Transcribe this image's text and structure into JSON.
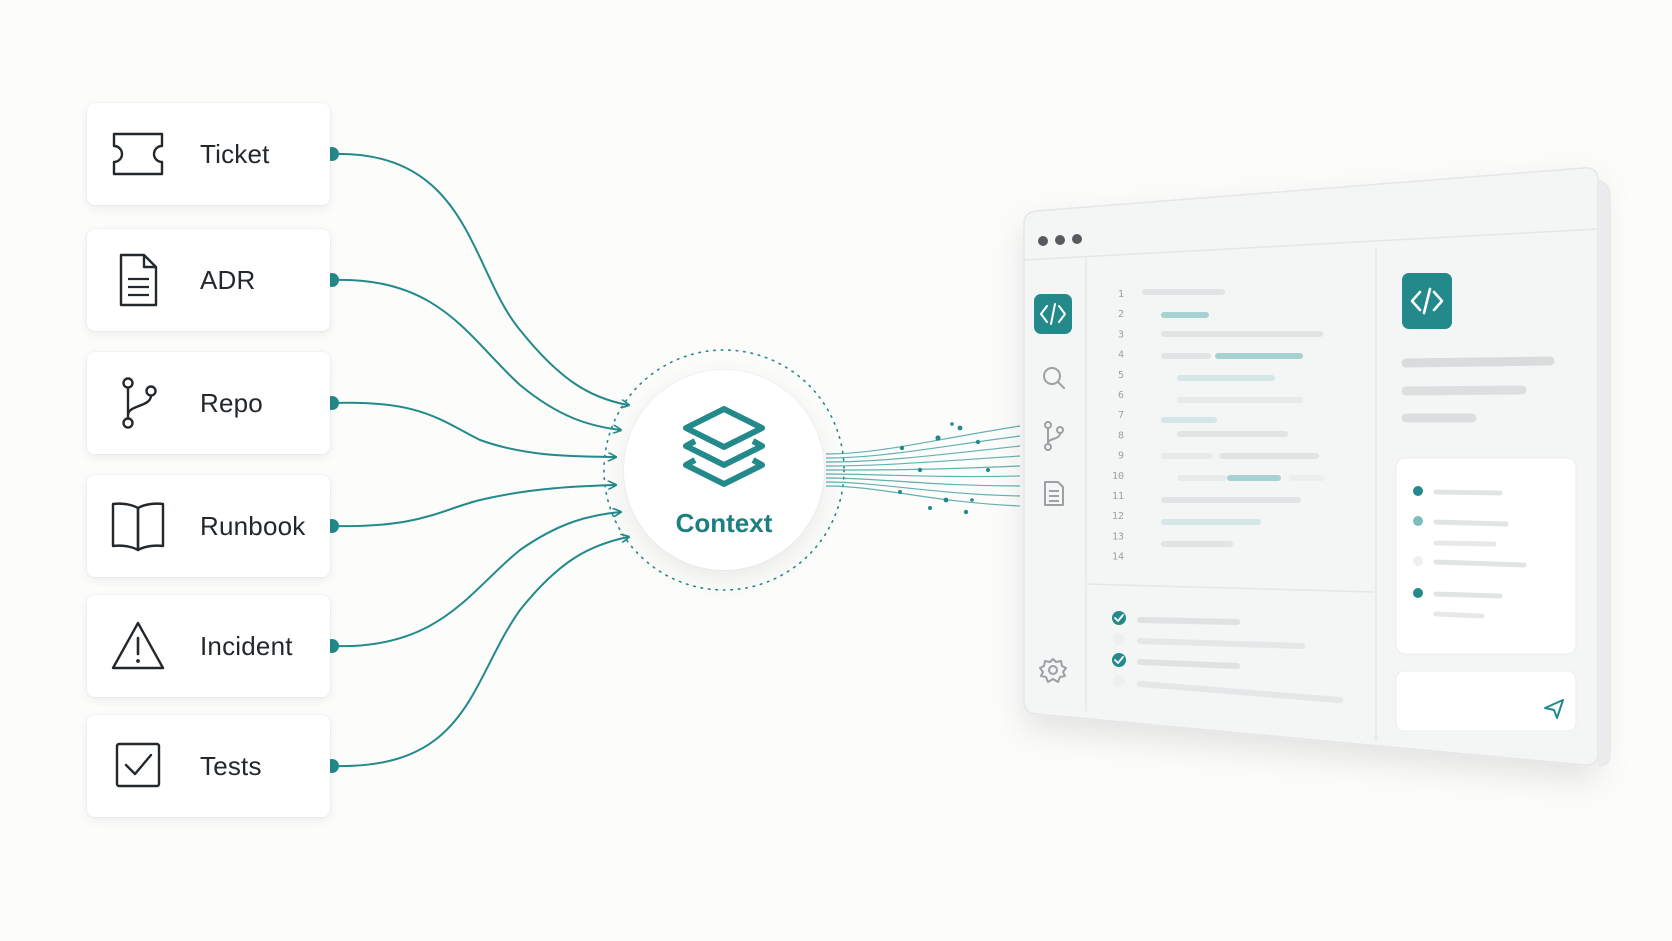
{
  "colors": {
    "accent": "#23898a",
    "accent_dark": "#1c7f81",
    "card_background": "#ffffff",
    "text": "#22282c",
    "editor_frame": "#f4f5f5",
    "skeleton_line": "#dfe2e3",
    "skeleton_accent": "#a8d2d2"
  },
  "sources": [
    {
      "label": "Ticket",
      "icon": "ticket-icon"
    },
    {
      "label": "ADR",
      "icon": "document-icon"
    },
    {
      "label": "Repo",
      "icon": "git-branch-icon"
    },
    {
      "label": "Runbook",
      "icon": "open-book-icon"
    },
    {
      "label": "Incident",
      "icon": "warning-icon"
    },
    {
      "label": "Tests",
      "icon": "checkbox-icon"
    }
  ],
  "hub": {
    "label": "Context",
    "icon": "stacked-layers-icon"
  },
  "editor": {
    "window_controls": [
      "dot",
      "dot",
      "dot"
    ],
    "sidebar_icons": [
      "code-icon",
      "search-icon",
      "git-branch-icon",
      "document-icon",
      "settings-gear-icon"
    ],
    "line_numbers": [
      "1",
      "2",
      "3",
      "4",
      "5",
      "6",
      "7",
      "8",
      "9",
      "10",
      "11",
      "12",
      "13",
      "14"
    ],
    "task_checks": [
      true,
      false,
      true,
      false
    ],
    "assistant_icon": "code-icon",
    "assistant_bullets": [
      "filled",
      "light",
      "empty",
      "filled"
    ],
    "send_icon": "send-icon"
  }
}
